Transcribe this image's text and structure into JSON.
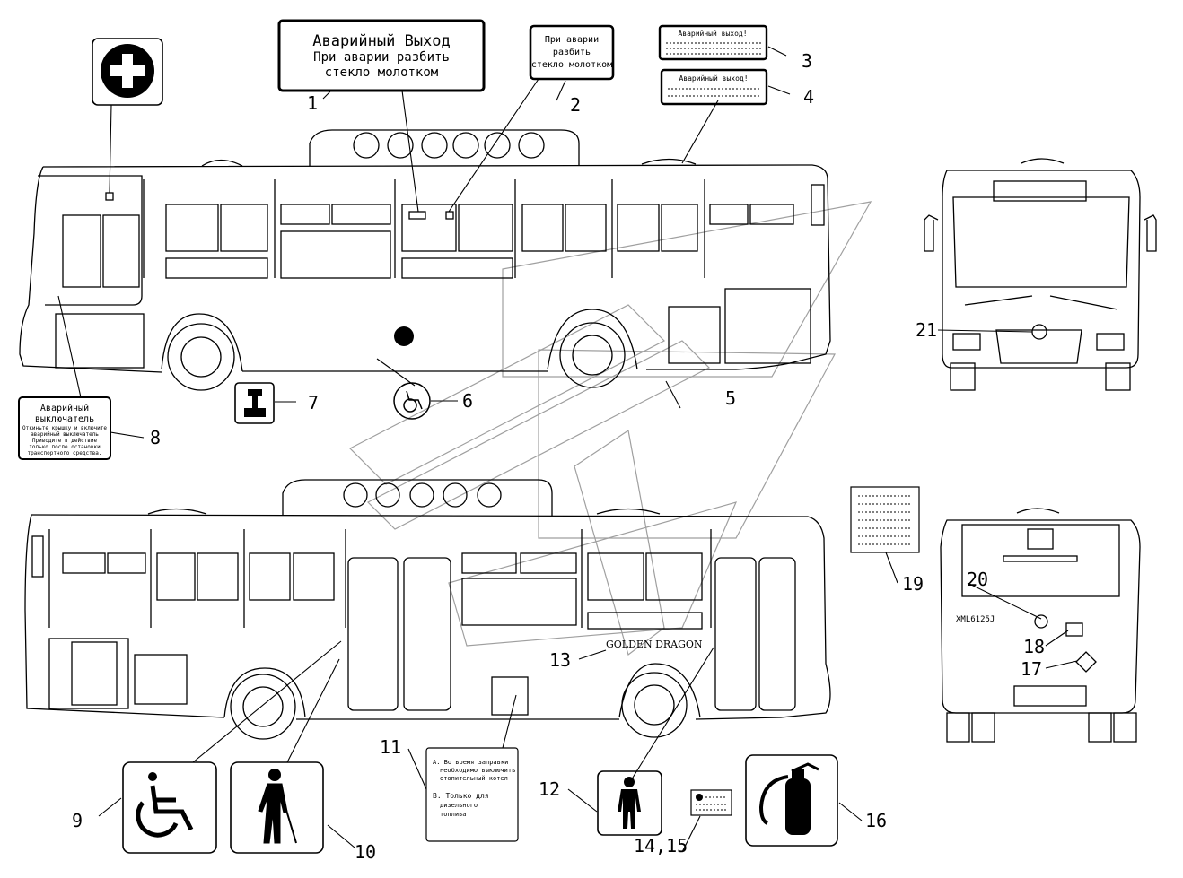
{
  "signs": {
    "emergency_exit_large": {
      "title": "Аварийный Выход",
      "line1": "При аварии разбить",
      "line2": "стекло молотком"
    },
    "emergency_exit_small": {
      "line1": "При аварии",
      "line2": "разбить",
      "line3": "стекло молотком"
    },
    "sign3": {
      "title": "Аварийный выход!"
    },
    "sign4": {
      "title": "Аварийный выход!"
    },
    "sign8": {
      "title_line1": "Аварийный",
      "title_line2": "выключатель",
      "line1": "Откиньте крышку и включите",
      "line2": "аварийный выключатель",
      "line3": "Приводите в действие",
      "line4": "только после остановки",
      "line5": "транспортного средства."
    },
    "sign11": {
      "a1": "A. Во время заправки",
      "a2": "необходимо выключить",
      "a3": "отопительный котел",
      "b1": "B. Только для",
      "b2": "дизельного",
      "b3": "топлива"
    },
    "brand": "GOLDEN DRAGON",
    "rear_model": "XML6125J"
  },
  "callouts": [
    "1",
    "2",
    "3",
    "4",
    "5",
    "6",
    "7",
    "8",
    "9",
    "10",
    "11",
    "12",
    "13",
    "14,15",
    "16",
    "17",
    "18",
    "19",
    "20",
    "21"
  ],
  "icons": [
    "first-aid-icon",
    "wheelchair-icon",
    "walking-person-icon",
    "standing-person-icon",
    "fire-extinguisher-icon",
    "hammer-icon",
    "logo-icon"
  ],
  "colors": {
    "line": "#000000",
    "background": "#ffffff",
    "watermark": "#888888"
  }
}
